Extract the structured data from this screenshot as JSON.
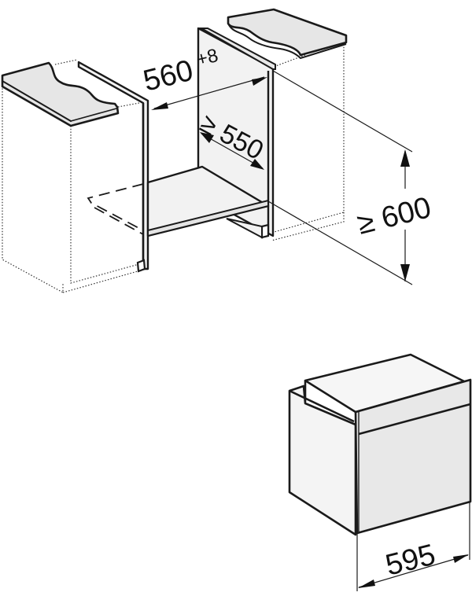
{
  "diagram": {
    "type": "installation-dimensions",
    "subject": "built-in oven niche",
    "colors": {
      "line": "#1a1a1a",
      "countertop": "#e6e6e6",
      "panel": "#f2f2f2",
      "oven_front": "#e8e8e8",
      "background": "#ffffff"
    },
    "niche": {
      "width_label_main": "560",
      "width_label_superscript": "+8",
      "depth_label": "≥ 550",
      "height_label": "≥ 600"
    },
    "appliance": {
      "width_label": "595"
    }
  }
}
